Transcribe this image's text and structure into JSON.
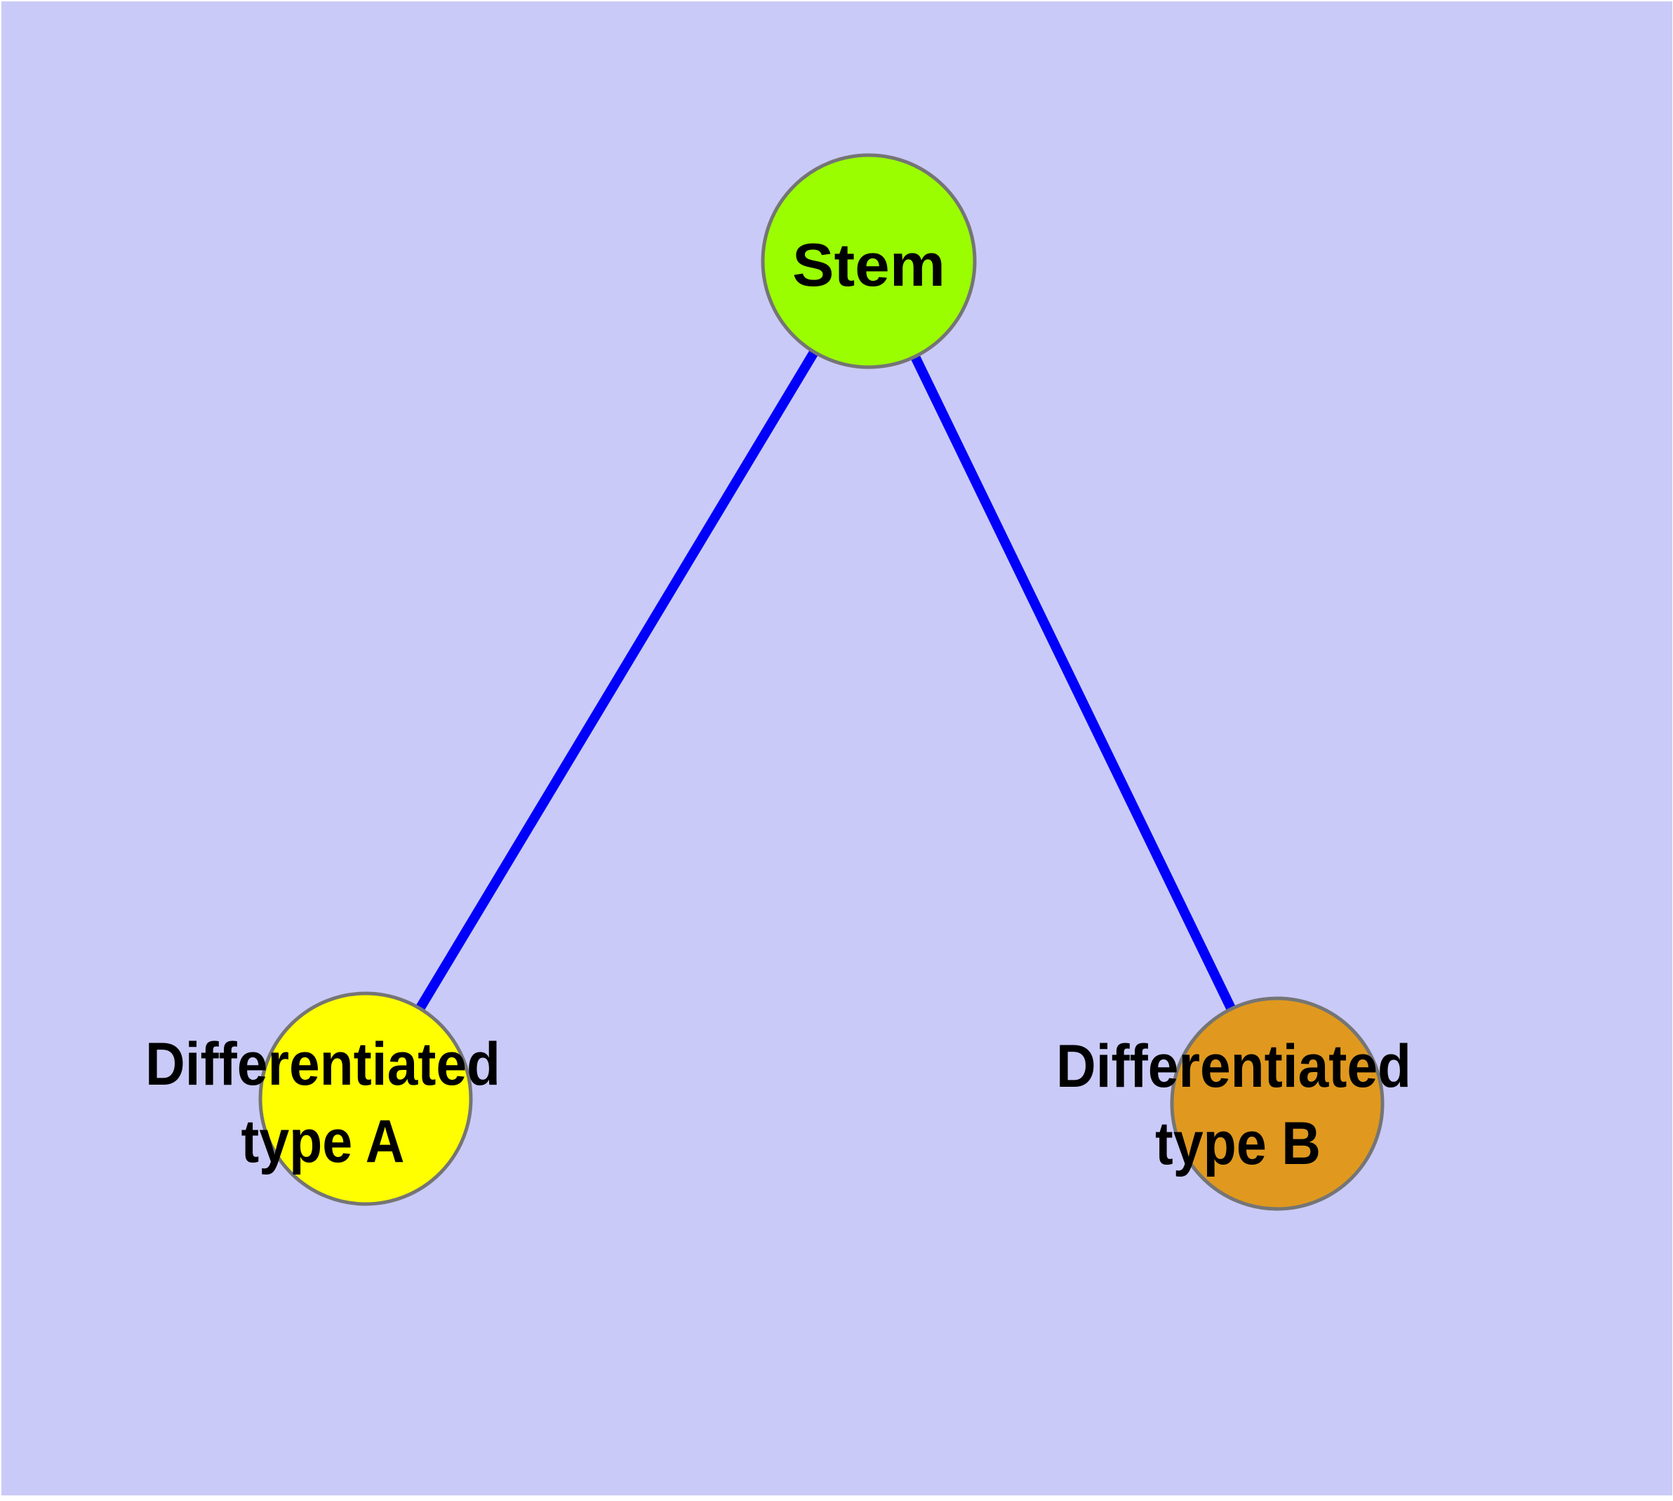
{
  "diagram": {
    "type": "node-link-graph",
    "title": "",
    "background_color": "#CACAF8",
    "margin_color": "#FFFFFF",
    "edge_color": "#0000FA",
    "node_border_color": "#757575",
    "label_color": "#000000",
    "nodes": [
      {
        "id": "stem",
        "label": "Stem",
        "lines": [
          "Stem"
        ],
        "fill": "#9AFE01"
      },
      {
        "id": "type-a",
        "label": "Differentiated type A",
        "lines": [
          "Differentiated",
          "type A"
        ],
        "fill": "#FFFF00"
      },
      {
        "id": "type-b",
        "label": "Differentiated type B",
        "lines": [
          "Differentiated",
          "type B"
        ],
        "fill": "#E0991E"
      }
    ],
    "edges": [
      {
        "from": "stem",
        "to": "type-a"
      },
      {
        "from": "stem",
        "to": "type-b"
      }
    ]
  }
}
